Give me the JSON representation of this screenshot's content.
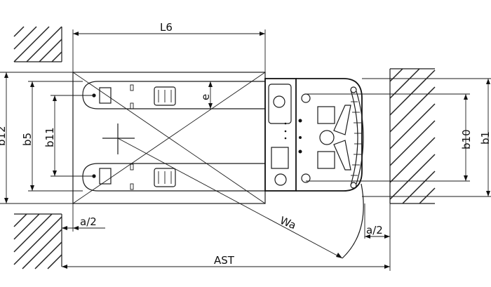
{
  "dimensions": {
    "L6": "L6",
    "b12": "b12",
    "b5": "b5",
    "b11": "b11",
    "b10": "b10",
    "b1": "b1",
    "e": "e",
    "a_half_left": "a/2",
    "a_half_right": "a/2",
    "Wa": "Wa",
    "AST": "AST"
  }
}
